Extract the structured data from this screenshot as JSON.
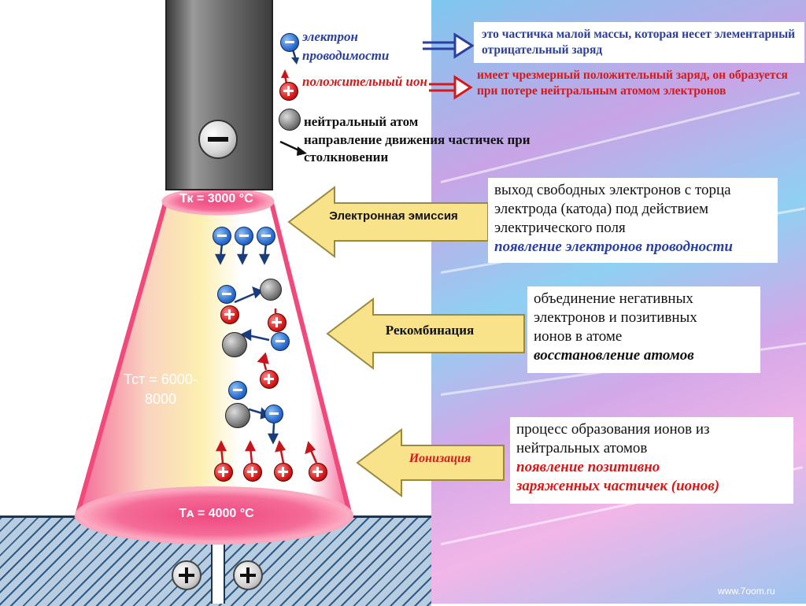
{
  "legend": {
    "electron_label": "электрон проводимости",
    "ion_label": "положительный ион",
    "atom_label": "нейтральный атом",
    "direction_label": "направление движения частичек при столкновении"
  },
  "definitions": {
    "electron": "это частичка малой массы, которая несет элементарный отрицательный заряд",
    "ion": "имеет чрезмерный положительный заряд, он образуется при потере нейтральным атомом электронов"
  },
  "temperatures": {
    "cathode": "Тк = 3000 °С",
    "column_top": "Тст = 6000-",
    "column_bottom": "8000",
    "anode": "Тᴀ = 4000 °С"
  },
  "processes": {
    "emission": {
      "title": "Электронная эмиссия",
      "line1": "выход свободных электронов с торца",
      "line2": "электрода (катода) под действием",
      "line3": "электрического поля",
      "highlight": "появление электронов проводности",
      "highlight_color": "#2a3fa0"
    },
    "recombination": {
      "title": "Рекомбинация",
      "line1": "объединение негативных",
      "line2": "электронов и позитивных",
      "line3": "ионов в атоме",
      "highlight": "восстановление атомов",
      "highlight_color": "#111111"
    },
    "ionization": {
      "title": "Ионизация",
      "line1": "процесс образования ионов из",
      "line2": "нейтральных атомов",
      "highlight1": "появление позитивно",
      "highlight2": "заряженных частичек (ионов)",
      "highlight_color": "#d81818"
    }
  },
  "watermark": "www.7oom.ru",
  "colors": {
    "electron": "#2a6ed1",
    "ion": "#d81818",
    "arc_pink": "#f2487a",
    "arrow_yellow": "#f8e28a"
  }
}
